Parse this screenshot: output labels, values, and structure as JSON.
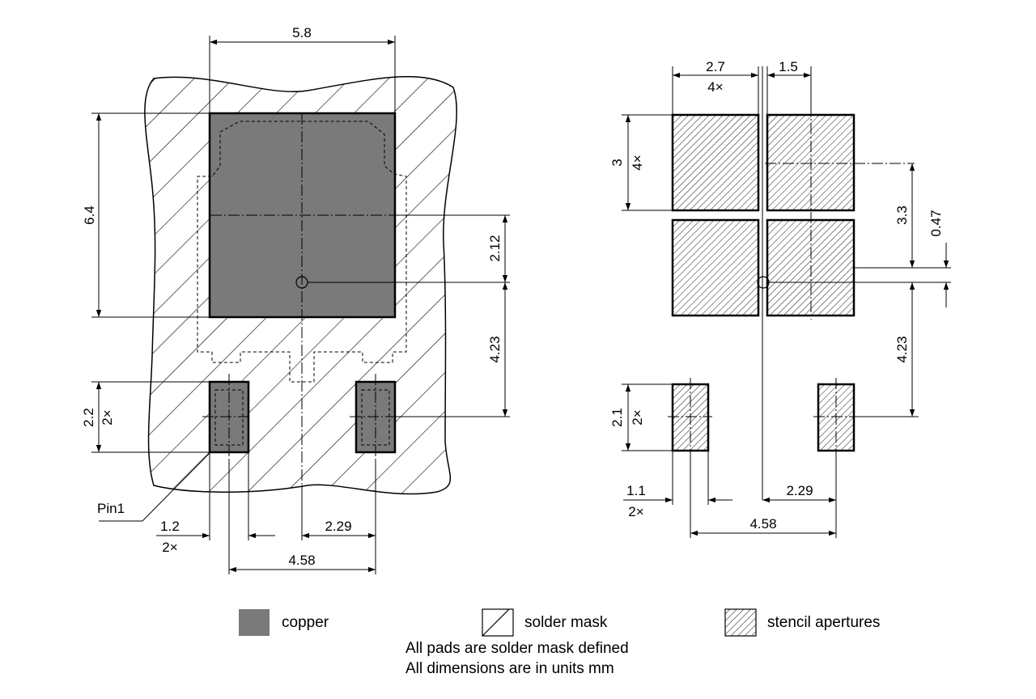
{
  "colors": {
    "copper": "#7a7a7a",
    "line": "#000000",
    "background": "#ffffff"
  },
  "left_view": {
    "dims": {
      "width_top": "5.8",
      "height_left": "6.4",
      "pin_height": "2.2",
      "pin_height_count": "2×",
      "offset_2_12": "2.12",
      "offset_4_23": "4.23",
      "pin_width": "1.2",
      "pin_width_count": "2×",
      "pitch_half": "2.29",
      "pitch_full": "4.58"
    },
    "pin1_label": "Pin1"
  },
  "right_view": {
    "dims": {
      "pad_width": "2.7",
      "pad_width_count": "4×",
      "gap": "1.5",
      "pad_height": "3",
      "pad_height_count": "4×",
      "offset_3_3": "3.3",
      "offset_0_47": "0.47",
      "offset_4_23": "4.23",
      "pin_height": "2.1",
      "pin_height_count": "2×",
      "pin_width": "1.1",
      "pin_width_count": "2×",
      "pitch_half": "2.29",
      "pitch_full": "4.58"
    }
  },
  "legend": {
    "copper": "copper",
    "solder_mask": "solder mask",
    "stencil": "stencil apertures"
  },
  "notes": [
    "All pads are solder mask defined",
    "All dimensions are in units mm"
  ]
}
